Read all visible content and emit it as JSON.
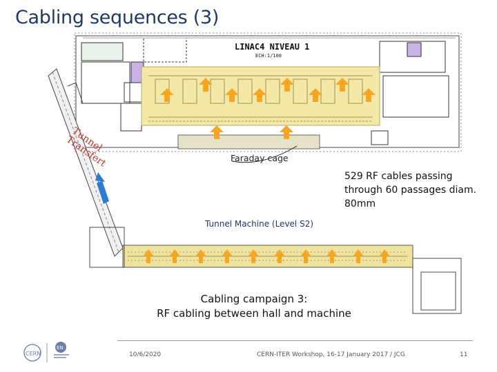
{
  "slide": {
    "title": "Cabling sequences (3)",
    "plan_title": "LINAC4 NIVEAU 1",
    "plan_scale": "ECH:1/100",
    "faraday_label": "Faraday cage",
    "tunnel_transfert_line1": "Tunnel",
    "tunnel_transfert_line2": "Transfert",
    "cables_note": "529 RF cables passing through 60 passages diam. 80mm",
    "tunnel_machine_label": "Tunnel Machine (Level S2)",
    "campaign_line1": "Cabling campaign 3:",
    "campaign_line2": "RF cabling between hall and machine"
  },
  "footer": {
    "date": "10/6/2020",
    "event": "CERN-ITER Workshop, 16-17 January 2017 / JCG",
    "page": "11",
    "logo_cern": "CERN",
    "logo_en": "EN"
  },
  "colors": {
    "title": "#1f3864",
    "hall_fill": "#f3e8a5",
    "tunnel_fill": "#efe3a0",
    "arrow_orange": "#f5a623",
    "arrow_blue": "#2e7bd1",
    "red_label": "#c0392b"
  }
}
